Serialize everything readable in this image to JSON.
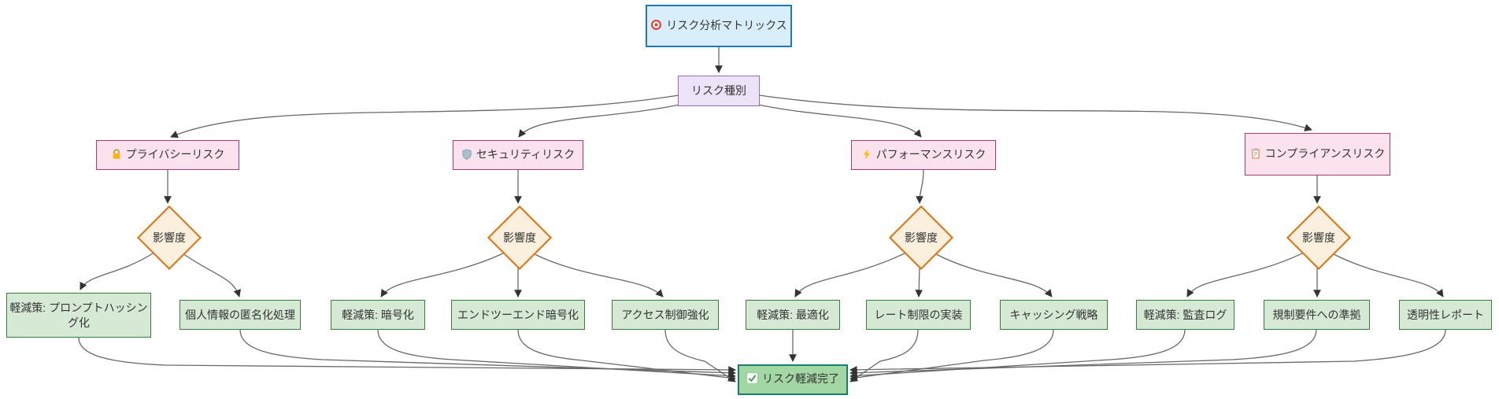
{
  "diagram": {
    "title_node": {
      "icon": "target",
      "label": "リスク分析マトリックス"
    },
    "type_node": {
      "label": "リスク種別"
    },
    "decision_label": "影響度",
    "categories": [
      {
        "icon": "lock",
        "label": "プライバシーリスク"
      },
      {
        "icon": "shield",
        "label": "セキュリティリスク"
      },
      {
        "icon": "lightning",
        "label": "パフォーマンスリスク"
      },
      {
        "icon": "clipboard",
        "label": "コンプライアンスリスク"
      }
    ],
    "mitigations": [
      {
        "label": "軽減策: プロンプトハッシング化",
        "branch": "プライバシーリスク"
      },
      {
        "label": "個人情報の匿名化処理",
        "branch": "プライバシーリスク"
      },
      {
        "label": "軽減策: 暗号化",
        "branch": "セキュリティリスク"
      },
      {
        "label": "エンドツーエンド暗号化",
        "branch": "セキュリティリスク"
      },
      {
        "label": "アクセス制御強化",
        "branch": "セキュリティリスク"
      },
      {
        "label": "軽減策: 最適化",
        "branch": "パフォーマンスリスク"
      },
      {
        "label": "レート制限の実装",
        "branch": "パフォーマンスリスク"
      },
      {
        "label": "キャッシング戦略",
        "branch": "パフォーマンスリスク"
      },
      {
        "label": "軽減策: 監査ログ",
        "branch": "コンプライアンスリスク"
      },
      {
        "label": "規制要件への準拠",
        "branch": "コンプライアンスリスク"
      },
      {
        "label": "透明性レポート",
        "branch": "コンプライアンスリスク"
      }
    ],
    "end_node": {
      "icon": "check",
      "label": "リスク軽減完了"
    },
    "edges": [
      "リスク分析マトリックス→リスク種別",
      "リスク種別→各リスク(4)",
      "各リスク→影響度",
      "影響度→軽減策ノード(11)",
      "全軽減策→リスク軽減完了"
    ],
    "colors": {
      "title_bg": "#d9eefb",
      "title_border": "#2278b5",
      "type_bg": "#ece3f8",
      "type_border": "#9569c8",
      "category_bg": "#fbe2ee",
      "category_border": "#aa3a75",
      "decision_bg": "#faf0dd",
      "decision_border": "#dd720f",
      "mitigation_bg": "#d5e9d5",
      "mitigation_border": "#3a7d3a",
      "end_bg": "#a2d6a3",
      "end_border": "#17806d",
      "edge_line": "#696969",
      "arrowhead": "#333333"
    }
  }
}
